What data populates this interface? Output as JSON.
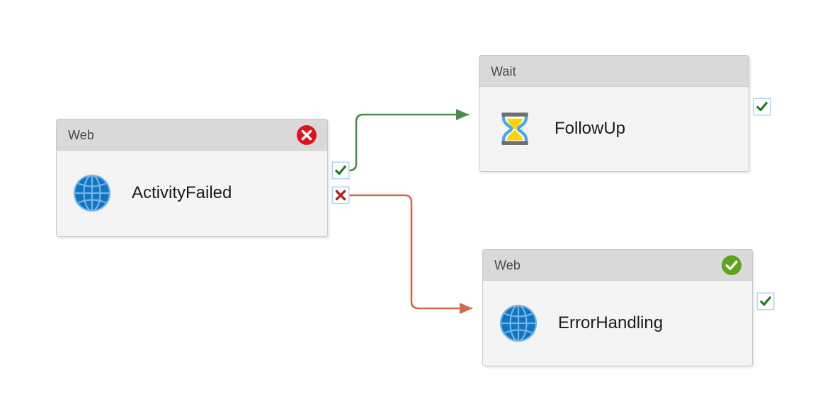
{
  "canvas": {
    "background": "#ffffff",
    "accent_success": "#4a8a4a",
    "accent_error": "#d2694a",
    "status_error_color": "#e1121c",
    "status_success_color": "#5aa51b"
  },
  "nodes": [
    {
      "id": "activity-failed",
      "header_title": "Web",
      "label": "ActivityFailed",
      "icon": "globe-icon",
      "status_icon": "error-circle-icon",
      "status_state": "error"
    },
    {
      "id": "follow-up",
      "header_title": "Wait",
      "label": "FollowUp",
      "icon": "hourglass-icon",
      "status_icon": "none",
      "status_state": "none"
    },
    {
      "id": "error-handling",
      "header_title": "Web",
      "label": "ErrorHandling",
      "icon": "globe-icon",
      "status_icon": "success-circle-icon",
      "status_state": "success"
    }
  ],
  "ports": [
    {
      "id": "activity-failed-success-port",
      "icon": "check-mark-icon",
      "branch": "success",
      "color": "#1e7a1e"
    },
    {
      "id": "activity-failed-error-port",
      "icon": "cross-mark-icon",
      "branch": "error",
      "color": "#b51f1f"
    },
    {
      "id": "follow-up-success-port",
      "icon": "check-mark-icon",
      "branch": "success",
      "color": "#1e7a1e"
    },
    {
      "id": "error-handling-success-port",
      "icon": "check-mark-icon",
      "branch": "success",
      "color": "#1e7a1e"
    }
  ],
  "connectors": [
    {
      "id": "success-connector",
      "from": "activity-failed-success-port",
      "to": "follow-up",
      "color": "#4a8a4a",
      "branch": "success"
    },
    {
      "id": "error-connector",
      "from": "activity-failed-error-port",
      "to": "error-handling",
      "color": "#d2694a",
      "branch": "error"
    }
  ]
}
